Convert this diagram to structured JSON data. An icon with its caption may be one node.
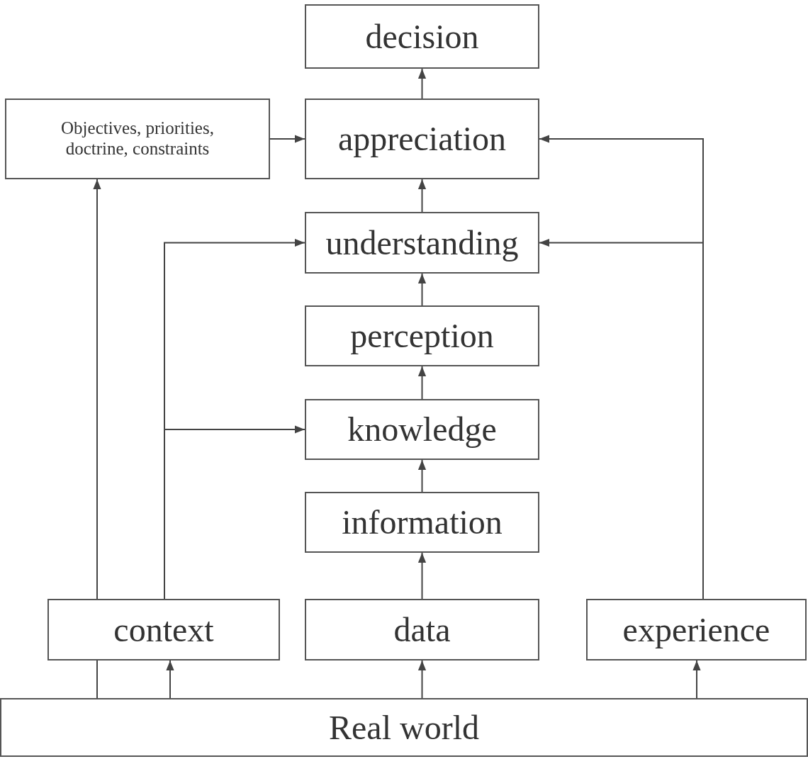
{
  "diagram": {
    "nodes": [
      {
        "text": [
          "decision"
        ]
      },
      {
        "text": [
          "Objectives, priorities, doctrine, constraints"
        ]
      },
      {
        "text": [
          "appreciation"
        ]
      },
      {
        "text": [
          "understanding"
        ]
      },
      {
        "text": [
          "perception"
        ]
      },
      {
        "text": [
          "knowledge"
        ]
      },
      {
        "text": [
          "information"
        ]
      },
      {
        "text": [
          "context"
        ]
      },
      {
        "text": [
          "data"
        ]
      },
      {
        "text": [
          "experience"
        ]
      },
      {
        "text": [
          "Real world"
        ]
      }
    ],
    "edges": [
      {
        "from": 10,
        "to": 7,
        "arrow": "to"
      },
      {
        "from": 10,
        "to": 8,
        "arrow": "to"
      },
      {
        "from": 10,
        "to": 9,
        "arrow": "to"
      },
      {
        "from": 7,
        "to": 1,
        "arrow": "to"
      },
      {
        "from": 8,
        "to": 6,
        "arrow": "to"
      },
      {
        "from": 6,
        "to": 5,
        "arrow": "to"
      },
      {
        "from": 5,
        "to": 4,
        "arrow": "to"
      },
      {
        "from": 4,
        "to": 3,
        "arrow": "to"
      },
      {
        "from": 3,
        "to": 2,
        "arrow": "to"
      },
      {
        "from": 2,
        "to": 0,
        "arrow": "to"
      },
      {
        "from": 1,
        "to": 2,
        "arrow": "to"
      },
      {
        "from": 7,
        "to": 3,
        "arrow": "to"
      },
      {
        "from": 7,
        "to": 5,
        "arrow": "to"
      },
      {
        "from": 9,
        "to": 3,
        "arrow": "to"
      },
      {
        "from": 9,
        "to": 2,
        "arrow": "to"
      },
      {
        "from": 10,
        "to": 7,
        "arrow": "none"
      }
    ]
  }
}
